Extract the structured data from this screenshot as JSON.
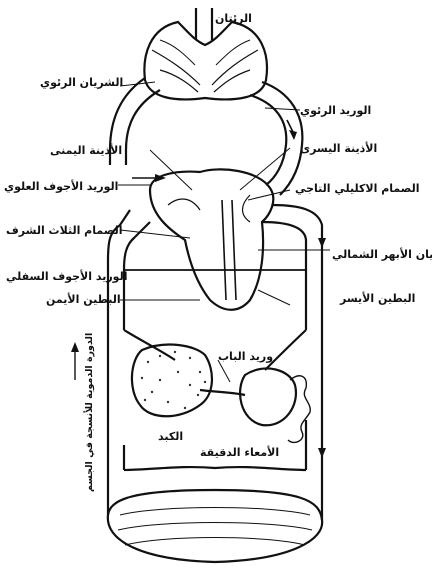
{
  "labels": {
    "lungs": "الرئتان",
    "pulmonary_artery": "الشريان الرئوي",
    "pulmonary_vein": "الوريد الرئوي",
    "right_atrium": "الأذينة اليمنى",
    "left_atrium": "الأذينة اليسرى",
    "superior_vena_cava": "الوريد الأجوف العلوي",
    "bicuspid_valve": "الصمام الاكليلي التاجي",
    "tricuspid_valve": "الصمام الثلاث الشرف",
    "aorta": "الشريان الأبهر الشمالي",
    "inferior_vena_cava": "الوريد الأجوف السفلي",
    "left_ventricle": "البطين الأيسر",
    "right_ventricle": "البطين الأيمن",
    "portal_vein": "وريد الباب",
    "liver": "الكبد",
    "small_intestine": "الأمعاء الدقيقة",
    "side_caption": "الدورة الدموية للأنسجة في الجسم"
  },
  "colors": {
    "ink": "#111111",
    "liver_dots": "#333333"
  }
}
